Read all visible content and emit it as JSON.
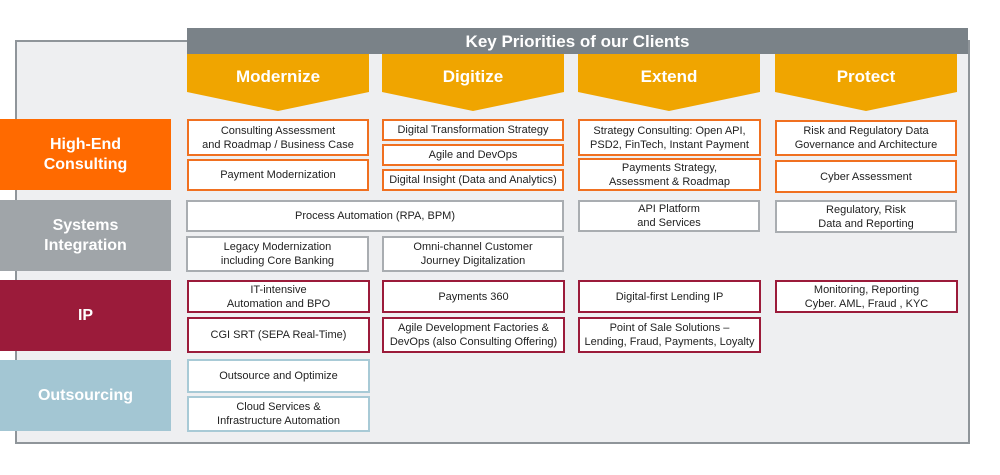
{
  "title": "Key Priorities of our Clients",
  "columns": [
    "Modernize",
    "Digitize",
    "Extend",
    "Protect"
  ],
  "rows": [
    "High-End\nConsulting",
    "Systems\nIntegration",
    "IP",
    "Outsourcing"
  ],
  "colors": {
    "orange": "#ff6a00",
    "gray": "#a0a5a9",
    "maroon": "#9b1b3a",
    "lightblue": "#a3c6d3",
    "chevron": "#f0a500",
    "titlebar": "#7a8288"
  },
  "boxes": {
    "hec": [
      "Consulting Assessment\nand Roadmap / Business Case",
      "Payment Modernization",
      "Digital Transformation Strategy",
      "Agile and DevOps",
      "Digital Insight (Data and Analytics)",
      "Strategy Consulting: Open API,\nPSD2, FinTech, Instant Payment",
      "Payments Strategy,\nAssessment  & Roadmap",
      "Risk and Regulatory Data\nGovernance and Architecture",
      "Cyber Assessment"
    ],
    "si": [
      "Process Automation (RPA, BPM)",
      "API Platform\nand Services",
      "Regulatory, Risk\nData and Reporting",
      "Legacy Modernization\nincluding Core Banking",
      "Omni-channel Customer\nJourney Digitalization"
    ],
    "ip": [
      "IT-intensive\nAutomation and BPO",
      "CGI SRT (SEPA Real-Time)",
      "Payments 360",
      "Agile Development Factories &\nDevOps (also Consulting Offering)",
      "Digital-first Lending IP",
      "Point of Sale Solutions –\nLending, Fraud, Payments, Loyalty",
      "Monitoring, Reporting\nCyber. AML, Fraud , KYC"
    ],
    "out": [
      "Outsource and Optimize",
      "Cloud Services &\nInfrastructure Automation"
    ]
  }
}
